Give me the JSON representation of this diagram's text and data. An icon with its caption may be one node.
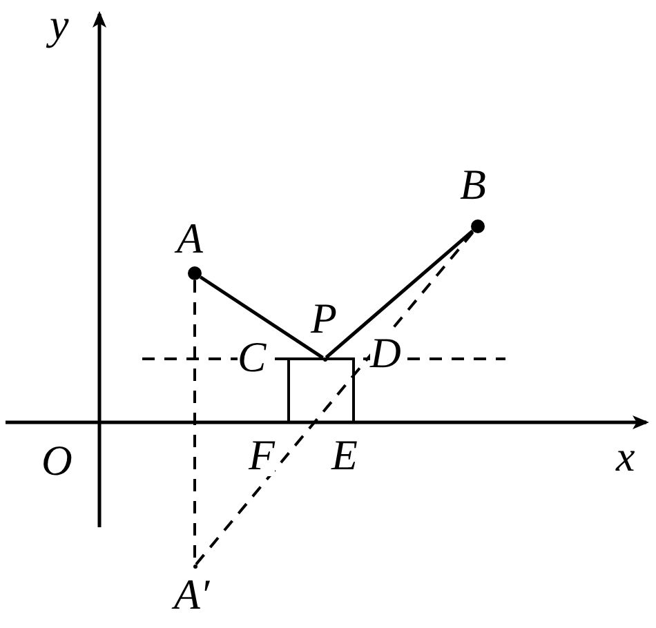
{
  "diagram": {
    "nodes": [
      {
        "text": [],
        "shape": "circle",
        "beside": [
          "A"
        ]
      },
      {
        "text": [],
        "shape": "circle",
        "beside": [
          "B"
        ]
      },
      {
        "text": [],
        "shape": "point",
        "beside": [
          "P"
        ]
      },
      {
        "text": [],
        "shape": "point",
        "beside": [
          "A′"
        ]
      }
    ],
    "edges": [
      {
        "from": 0,
        "to": 2,
        "arrow": "none"
      },
      {
        "from": 2,
        "to": 1,
        "arrow": "none"
      },
      {
        "from": 0,
        "to": 3,
        "arrow": "none",
        "style": "dashed"
      },
      {
        "from": 3,
        "to": 1,
        "arrow": "none",
        "style": "dashed"
      }
    ],
    "labels": [
      "y",
      "C",
      "D",
      "O",
      "F",
      "E",
      "x"
    ]
  }
}
